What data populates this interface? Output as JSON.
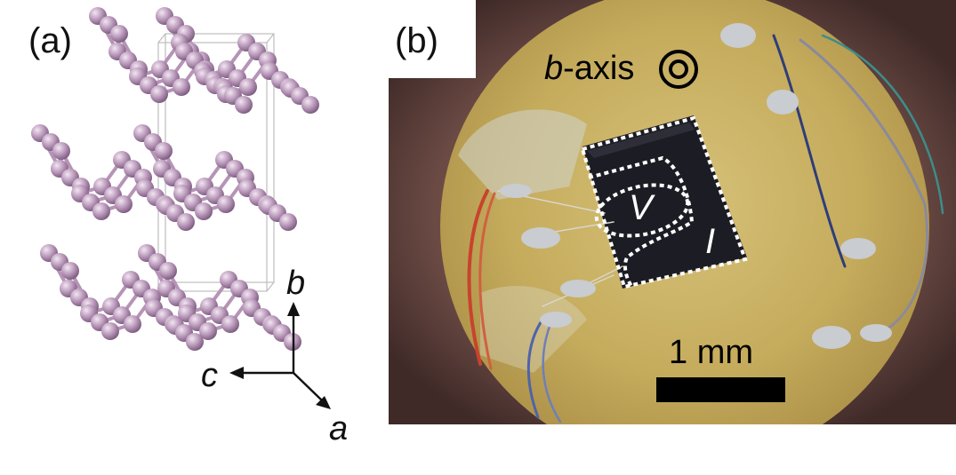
{
  "panels": {
    "a": {
      "label": "(a)"
    },
    "b": {
      "label": "(b)"
    }
  },
  "axes": {
    "b": "b",
    "c": "c",
    "a": "a"
  },
  "photo": {
    "axis_prefix": "b",
    "axis_suffix": "-axis",
    "voltage_label": "V",
    "current_label": "I",
    "scale_bar_label": "1 mm"
  },
  "colors": {
    "atom": "#b89ab8",
    "atom_dark": "#8e6e90",
    "bond": "#b594b6",
    "cell": "#bdbdbd",
    "stage": "#c8b060",
    "vignette": "#6b4a44",
    "sample": "#1c1c24"
  }
}
